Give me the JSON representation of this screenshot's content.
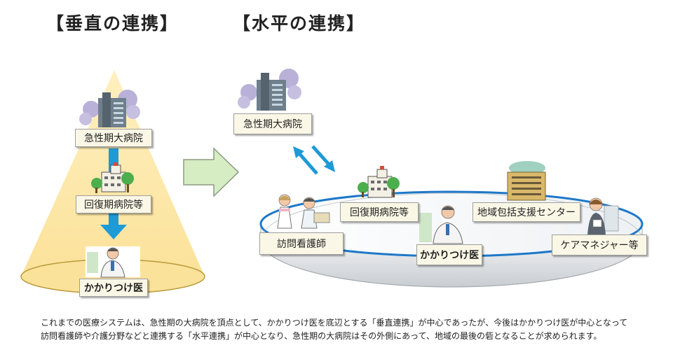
{
  "headings": {
    "vertical": "【垂直の連携】",
    "horizontal": "【水平の連携】"
  },
  "vertical_diagram": {
    "hospital": "急性期大病院",
    "recovery": "回復期病院等",
    "family_doctor": "かかりつけ医"
  },
  "horizontal_diagram": {
    "hospital": "急性期大病院",
    "recovery": "回復期病院等",
    "family_doctor": "かかりつけ医",
    "visiting_nurse": "訪問看護師",
    "community_center": "地域包括支援センター",
    "care_manager": "ケアマネジャー等"
  },
  "caption": {
    "line1": "これまでの医療システムは、急性期の大病院を頂点として、かかりつけ医を底辺とする「垂直連携」が中心であったが、今後はかかりつけ医が中心となって",
    "line2": "訪問看護師や介護分野などと連携する「水平連携」が中心となり、急性期の大病院はその外側にあって、地域の最後の砦となることが求められます。"
  },
  "colors": {
    "cone_fill": "#fbe29a",
    "arrow_blue": "#1e9ad6",
    "big_arrow": "#d6edc4",
    "label_bg": "#fbf7e6"
  },
  "icons": [
    "hospital-building-icon",
    "clinic-icon",
    "doctor-icon",
    "nurse-icon",
    "community-building-icon",
    "care-manager-icon",
    "two-way-arrow-icon",
    "transition-arrow-icon"
  ]
}
